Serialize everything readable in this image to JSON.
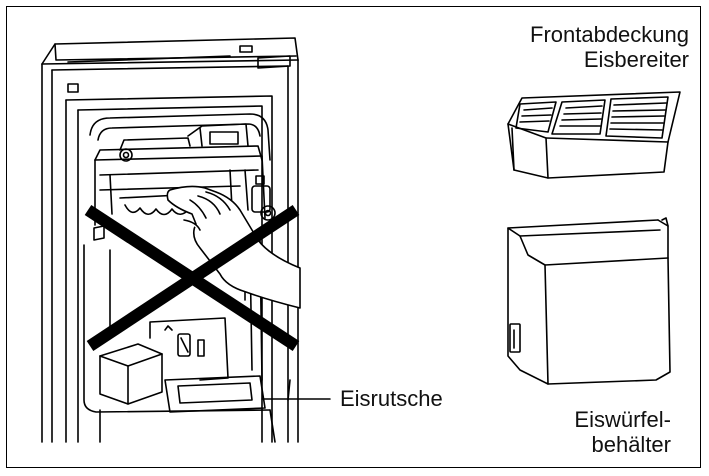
{
  "labels": {
    "front_cover": [
      "Frontabdeckung",
      "Eisbereiter"
    ],
    "ice_chute": "Eisrutsche",
    "ice_bin": [
      "Eiswürfel-",
      "behälter"
    ]
  },
  "icons": [
    "ice-maker-front-cover",
    "ice-cube-bin",
    "freezer-door-interior",
    "hand",
    "prohibited-cross"
  ],
  "colors": {
    "line": "#000000",
    "background": "#ffffff"
  }
}
